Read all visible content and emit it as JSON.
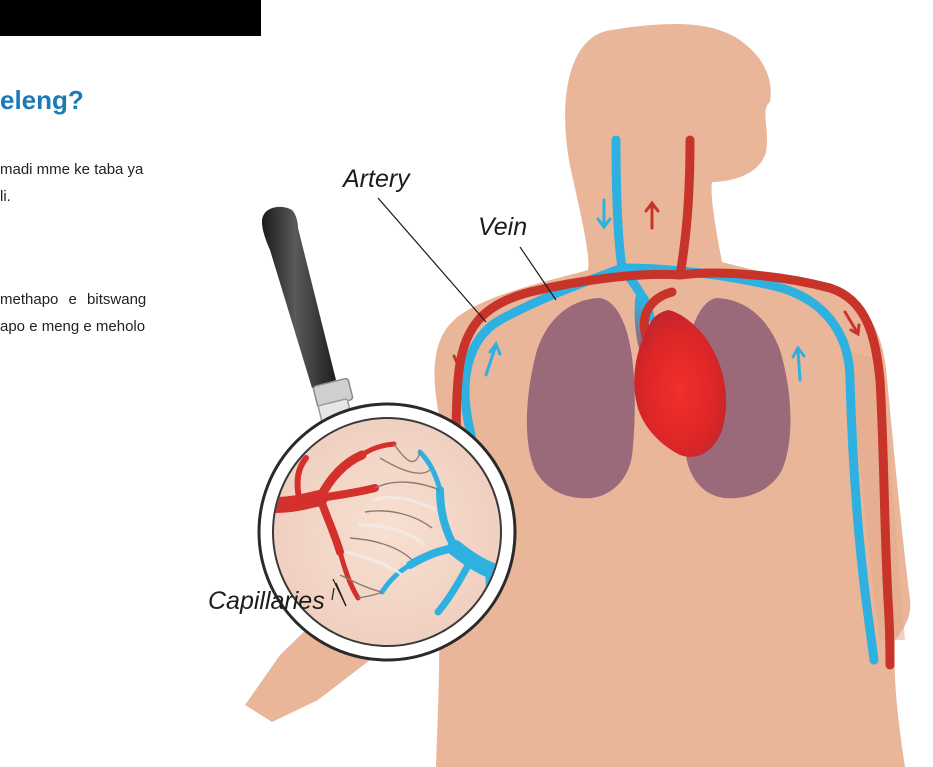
{
  "page": {
    "heading": "eleng?",
    "paragraph1": {
      "line1": "madi mme ke taba ya",
      "line2": "li."
    },
    "paragraph2": {
      "line1": "methapo e bitswang",
      "line2": "apo e meng e meholo"
    }
  },
  "diagram": {
    "labels": {
      "artery": "Artery",
      "vein": "Vein",
      "capillaries": "Capillaries"
    },
    "colors": {
      "skin": "#eab699",
      "artery": "#c8342a",
      "vein": "#2eb1e0",
      "lung": "#9a6a7a",
      "heart": "#e0282a",
      "handle": "#2d2d2d",
      "heading": "#1a7ab8"
    }
  }
}
